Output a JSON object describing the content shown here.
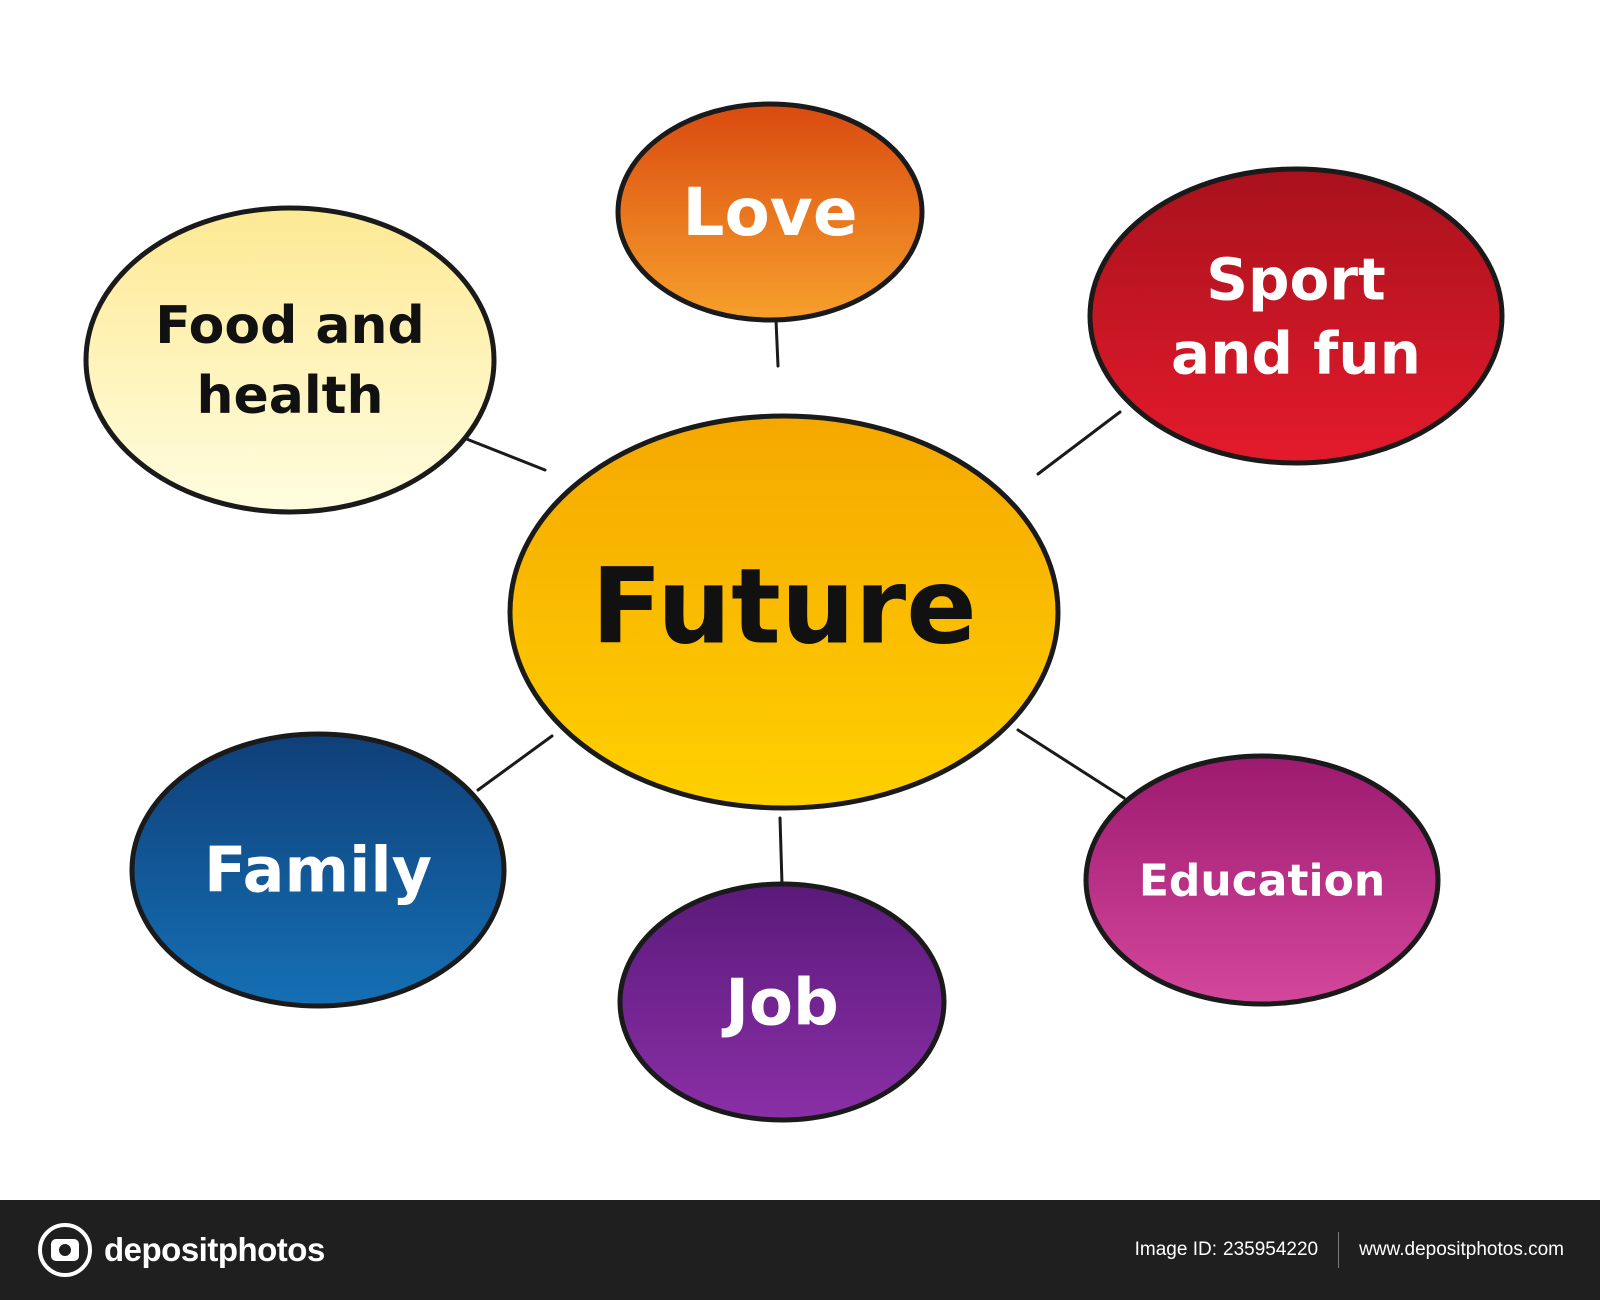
{
  "center": {
    "label": "Future"
  },
  "branches": [
    {
      "id": "love",
      "lines": [
        "Love"
      ],
      "color_top": "#d94a10",
      "color_bottom": "#f7a02c"
    },
    {
      "id": "sport-and-fun",
      "lines": [
        "Sport",
        "and fun"
      ],
      "color_top": "#a8121c",
      "color_bottom": "#e41a2c"
    },
    {
      "id": "food-and-health",
      "lines": [
        "Food and",
        "health"
      ],
      "color_top": "#fde993",
      "color_bottom": "#fffde0"
    },
    {
      "id": "family",
      "lines": [
        "Family"
      ],
      "color_top": "#0f3f78",
      "color_bottom": "#1570b5"
    },
    {
      "id": "job",
      "lines": [
        "Job"
      ],
      "color_top": "#5a1a7a",
      "color_bottom": "#8a2fa6"
    },
    {
      "id": "education",
      "lines": [
        "Education"
      ],
      "color_top": "#9c1a6f",
      "color_bottom": "#d4479c"
    }
  ],
  "colors": {
    "center_top": "#f5a800",
    "center_bottom": "#ffd000",
    "outline": "#1a1a1a",
    "footer_bg": "#1f1f1f"
  },
  "footer": {
    "brand": "depositphotos",
    "brand_icon": "camera-logo-icon",
    "image_id_label": "Image ID:",
    "image_id": "235954220",
    "website": "www.depositphotos.com"
  }
}
